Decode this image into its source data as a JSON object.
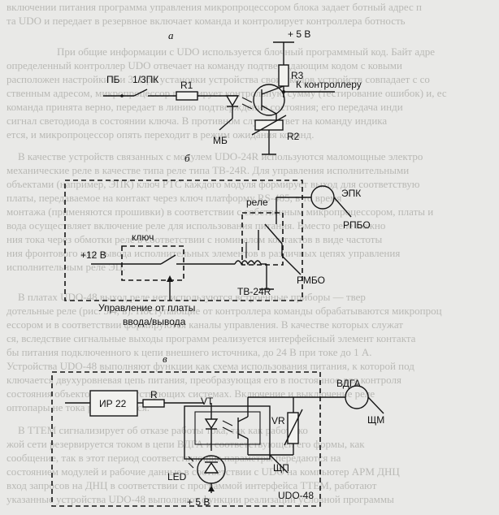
{
  "background_text": [
    "включении питания программа управления микропроцессором блока задает ботный адрес п",
    "та UDO и передает в резервное включает команда и контролирует контроллера ботность",
    "При общие информации с UDO используется блочный программный код. Байт адре",
    "определенный контроллер UDO отвечает на команду подтверждающим кодом с ковыми",
    "расположен настройки 6 и 3. При установки устройства своих кодов устройств совпадает с со",
    "ственным адресом, микропроцессор генерирует контрольную сумму (тестирование ошибок) и, ес",
    "команда принята верно, передает в линию подтверждение состояния; его передача инди",
    "сигнал светодиода в состоянии ключа. В противном случае ответ на команду индика",
    "ется, и микропроцессор опять переходит в режим ожидания команд.",
    "В качестве устройств связанных с модулем UDO-24R используются маломощные электро",
    "механические реле в качестве типа реле типа ТВ-24R. Для управления исполнительными",
    "объектами (например, ЭПК) ключ PTC каждого модуля формирует выход для соответствую",
    "платы, передаваемое на контакт через ключ платформу RS-485, в то время",
    "монтажа (применяются прошивки) в соответствии с собственным микропроцессором, платы и",
    "вода осуществляет включение реле для использования питания. Вместо реле можно",
    "ния тока через обмотки реле в соответствии с номиналом контактов в виде частоты",
    "ния фронтового или вывода исполнительных элементов в различных цепях управления",
    "исполнительным реле ЭЦ.",
    "В платах UDO-48 выход реле нет используются встроенные приборы — твер",
    "дотельные реле (рис. 5.4, в). Поступающие от контроллера команды обрабатываются микропроц",
    "ессором и в соответствии формируются каналы управления. В качестве которых служат",
    "ся, вследствие сигнальные выходы программ реализуется интерфейсный элемент контакта",
    "бы питания подключенного к цепи внешнего источника, до 24 В при токе до 1 А.",
    "Устройства UDO-48 выполняют функции как схема использования питания, к которой под",
    "ключается двухуровневая цепь питания, преобразующая его в постоянное для контроля",
    "состояния объектов в соответствующих системах. Включение и выключение реле",
    "оптопары не тока регулируется.",
    "В ТТЕМ сигнализирует об отказе работы тока, так как работа ко",
    "жой сети резервируется током в цепи ВДГА и соответствующей его формы, как",
    "сообщение, так в этот период соответствующие параметры передаются на",
    "состоянием модулей и рабочие данные в соответствии с UDO на компьютер АРМ ДНЦ",
    "вход запросов на ДНЦ в соответствии с программой интерфейса ТТЕМ, работают",
    "указанные устройства UDO-48 выполняют функции реализации условной программы"
  ],
  "panel_a": {
    "caption": "а",
    "supply": "+ 5 В",
    "input_label": "ПБ",
    "contact_label": "1/3ПК",
    "r1": "R1",
    "r2": "R2",
    "r3": "R3",
    "output_label": "К контроллеру",
    "module_label": "МБ"
  },
  "panel_b": {
    "caption": "б",
    "relay_label": "реле",
    "key_label": "ключ",
    "supply": "+12 В",
    "control_label_1": "Управление от платы",
    "control_label_2": "ввода/вывода",
    "epk_label": "ЭПК",
    "rpbo_label": "РПБО",
    "rmbo_label": "РМБО",
    "module_label": "ТВ-24R"
  },
  "panel_c": {
    "caption": "в",
    "ir_label": "ИР 22",
    "r_label": "R",
    "vt_label": "VT",
    "vr_label": "VR",
    "led_label": "LED",
    "supply": "+ 5 В",
    "vdga_label": "ВДГА",
    "shchm_label": "ЩМ",
    "shchp_label": "ЩП",
    "module_label": "UDO-48"
  }
}
